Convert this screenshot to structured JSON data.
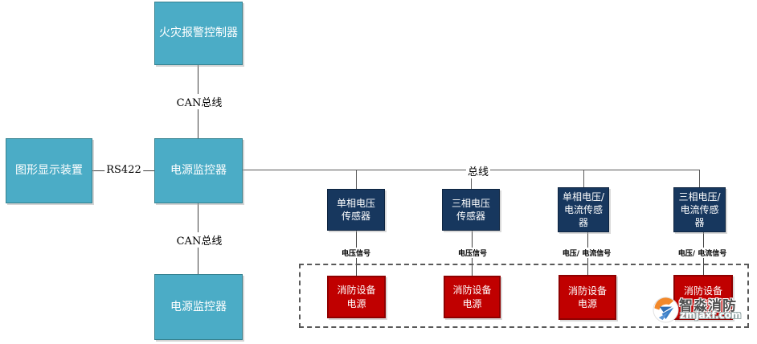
{
  "colors": {
    "node_cyan": "#4BACC6",
    "node_cyan_border": "#35818F",
    "node_navy": "#17375E",
    "node_red": "#C00000",
    "node_red_border": "#8F0000",
    "connector": "#404040",
    "dashed_boundary": "#595959"
  },
  "nodes": {
    "fire_alarm_controller": "火灾报警控制器",
    "graphic_display": "图形显示装置",
    "power_monitor_mid": "电源监控器",
    "power_monitor_bottom": "电源监控器"
  },
  "edges": {
    "can_bus_top": "CAN总线",
    "can_bus_bottom": "CAN总线",
    "rs422": "RS422",
    "bus": "总线"
  },
  "sensors": [
    {
      "label": "单相电压\n传感器",
      "signal": "电压信号"
    },
    {
      "label": "三相电压\n传感器",
      "signal": "电压信号"
    },
    {
      "label": "单相电压/\n电流传感\n器",
      "signal": "电压/ 电流信号"
    },
    {
      "label": "三相电压/\n电流传感\n器",
      "signal": "电压/ 电流信号"
    }
  ],
  "power_supplies": [
    {
      "label": "消防设备\n电源"
    },
    {
      "label": "消防设备\n电源"
    },
    {
      "label": "消防设备\n电源"
    },
    {
      "label": "消防设备\n电源"
    }
  ],
  "watermark": {
    "title": "智淼消防",
    "url": "zmjaxf.com"
  }
}
